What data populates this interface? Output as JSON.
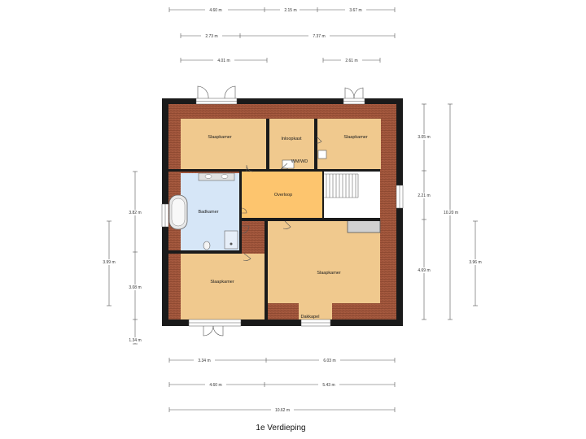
{
  "title": "1e Verdieping",
  "rooms": {
    "slaapkamer_nw": "Slaapkamer",
    "inloopkast": "Inloopkast",
    "slaapkamer_ne": "Slaapkamer",
    "wmwd": "WM/WD",
    "badkamer": "Badkamer",
    "overloop": "Overloop",
    "slaapkamer_sw": "Slaapkamer",
    "slaapkamer_se": "Slaapkamer",
    "dakkapel": "Dakkapel"
  },
  "dims": {
    "top1": [
      "4.60 m",
      "2.15 m",
      "3.67 m"
    ],
    "top2": [
      "2.73 m",
      "7.37 m"
    ],
    "top3": [
      "4.01 m",
      "2.61 m"
    ],
    "bottom1": [
      "3.34 m",
      "6.03 m"
    ],
    "bottom2": [
      "4.60 m",
      "5.43 m"
    ],
    "bottom3": "10.62 m",
    "left_inner": [
      "3.82 m",
      "3.08 m",
      "1.34 m"
    ],
    "left_outer": "3.99 m",
    "right_inner": [
      "3.05 m",
      "2.21 m",
      "4.69 m"
    ],
    "right_outer1": "10.20 m",
    "right_outer2": "3.96 m"
  },
  "colors": {
    "room_fill": "#f0c98e",
    "overloop_fill": "#fdc56e",
    "bathroom_fill": "#d6e6f7",
    "wall": "#1a1a1a",
    "roof_slope": "#a0533a"
  }
}
